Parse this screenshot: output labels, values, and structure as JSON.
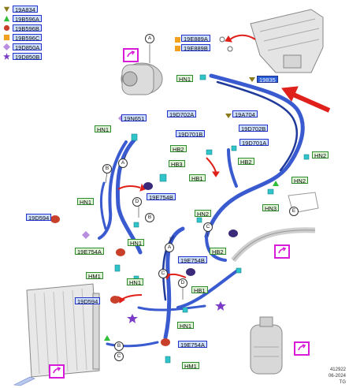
{
  "legend": [
    {
      "code": "19A834",
      "marker": "triangle-down",
      "color": "#8a7a1a"
    },
    {
      "code": "19B596A",
      "marker": "triangle-up",
      "color": "#2fbf3a"
    },
    {
      "code": "19B596B",
      "marker": "circle",
      "color": "#c8402a"
    },
    {
      "code": "19B596C",
      "marker": "square",
      "color": "#f2a11f"
    },
    {
      "code": "19D850A",
      "marker": "diamond",
      "color": "#b98ee0"
    },
    {
      "code": "19D850B",
      "marker": "star",
      "color": "#7a3cc6"
    }
  ],
  "labels": {
    "l1": "19E889A",
    "l2": "19E889B",
    "l3": "HN1",
    "l4": "19835",
    "l5": "19A704",
    "l6": "19D702A",
    "l7": "19N651",
    "l8": "HN1",
    "l9": "19D701B",
    "l10": "19D702B",
    "l11": "HB2",
    "l12": "19D701A",
    "l13": "HN2",
    "l14": "HB3",
    "l15": "HB2",
    "l16": "HB1",
    "l17": "19E754B",
    "l18": "HN1",
    "l19": "HN2",
    "l20": "HN3",
    "l21": "HN2",
    "l22": "19D594",
    "l23": "HN1",
    "l24": "19E754A",
    "l25": "HB2",
    "l26": "19E754B",
    "l27": "HM1",
    "l28": "HN1",
    "l29": "HB1",
    "l30": "19D594",
    "l31": "HN1",
    "l32": "19E754A",
    "l33": "HM1"
  },
  "circle_letters": {
    "c1": "A",
    "c2": "B",
    "c3": "A",
    "c4": "D",
    "c5": "B",
    "c6": "C",
    "c7": "A",
    "c8": "C",
    "c9": "D",
    "c10": "E",
    "c11": "B",
    "c12": "C"
  },
  "footer": {
    "id": "412922",
    "date": "06-2024",
    "code": "TG"
  },
  "colors": {
    "hose": "#3a5bd0",
    "hose_dark": "#1f3a9a",
    "arrow": "#e0201a",
    "magenta": "#d81bd8",
    "connector": "#2ec4c9",
    "seal": "#c8402a"
  }
}
